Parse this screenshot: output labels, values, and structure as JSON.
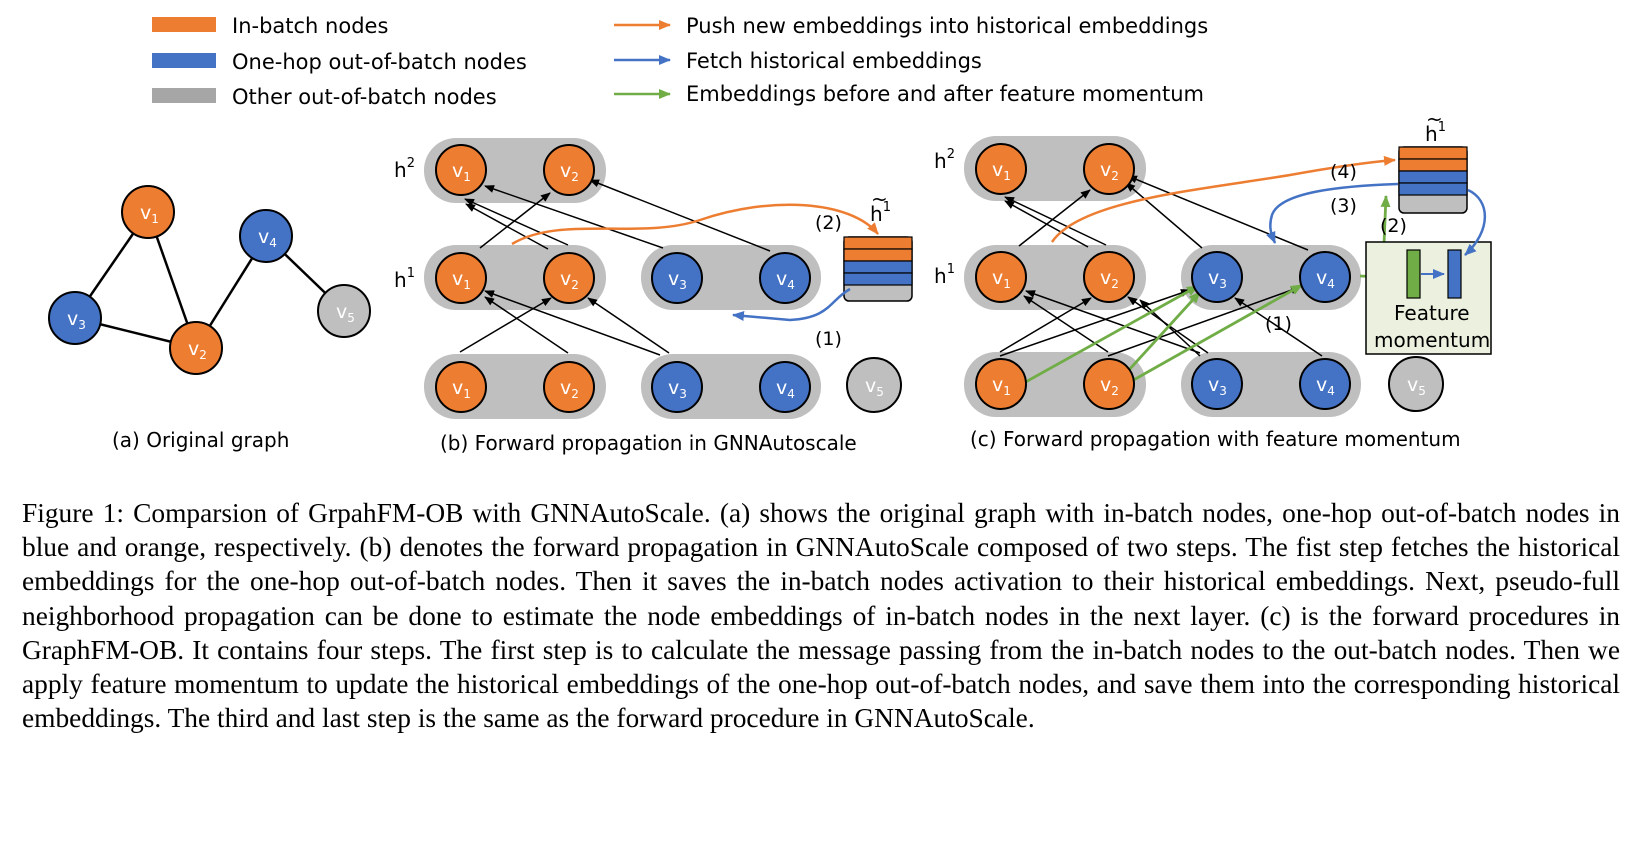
{
  "legend": {
    "node_types": [
      {
        "label": "In-batch nodes",
        "color": "#ED7D31"
      },
      {
        "label": "One-hop out-of-batch nodes",
        "color": "#4472C4"
      },
      {
        "label": "Other out-of-batch nodes",
        "color": "#A6A6A6"
      }
    ],
    "arrow_types": [
      {
        "label": "Push new embeddings into historical embeddings",
        "color": "#ED7D31"
      },
      {
        "label": "Fetch historical embeddings",
        "color": "#4472C4"
      },
      {
        "label": "Embeddings before and after feature momentum",
        "color": "#70AD47"
      }
    ]
  },
  "panels": {
    "a": {
      "caption": "(a) Original graph"
    },
    "b": {
      "caption": "(b) Forward propagation in GNNAutoscale"
    },
    "c": {
      "caption": "(c) Forward propagation with feature momentum"
    }
  },
  "nodes": {
    "v1": {
      "base": "v",
      "sub": "1"
    },
    "v2": {
      "base": "v",
      "sub": "2"
    },
    "v3": {
      "base": "v",
      "sub": "3"
    },
    "v4": {
      "base": "v",
      "sub": "4"
    },
    "v5": {
      "base": "v",
      "sub": "5"
    }
  },
  "layer_labels": {
    "h_base": "h",
    "h2_sup": "2",
    "h1_sup": "1",
    "htilde_base": "h",
    "htilde_sup": "1",
    "tilde": "~"
  },
  "steps": {
    "s1": "(1)",
    "s2": "(2)",
    "s3": "(3)",
    "s4": "(4)"
  },
  "feature_momentum": {
    "line1": "Feature",
    "line2": "momentum"
  },
  "colors": {
    "in_batch": "#ED7D31",
    "one_hop": "#4472C4",
    "other": "#A6A6A6",
    "pill": "#BFBFBF",
    "green": "#70AD47",
    "fm_box": "#EBF1DE"
  },
  "caption": "Figure 1: Comparsion of GrpahFM-OB with GNNAutoScale. (a) shows the original graph with in-batch nodes, one-hop out-of-batch nodes in blue and orange, respectively. (b) denotes the forward propagation in GNNAutoScale composed of two steps. The fist step fetches the historical embeddings for the one-hop out-of-batch nodes. Then it saves the in-batch nodes activation to their historical embeddings. Next, pseudo-full neighborhood propagation can be done to estimate the node embeddings of in-batch nodes in the next layer. (c) is the forward procedures in GraphFM-OB. It contains four steps. The first step is to calculate the message passing from the in-batch nodes to the out-batch nodes. Then we apply feature momentum to update the historical embeddings of the one-hop out-of-batch nodes, and save them into the corresponding historical embeddings. The third and last step is the same as the forward procedure in GNNAutoScale."
}
